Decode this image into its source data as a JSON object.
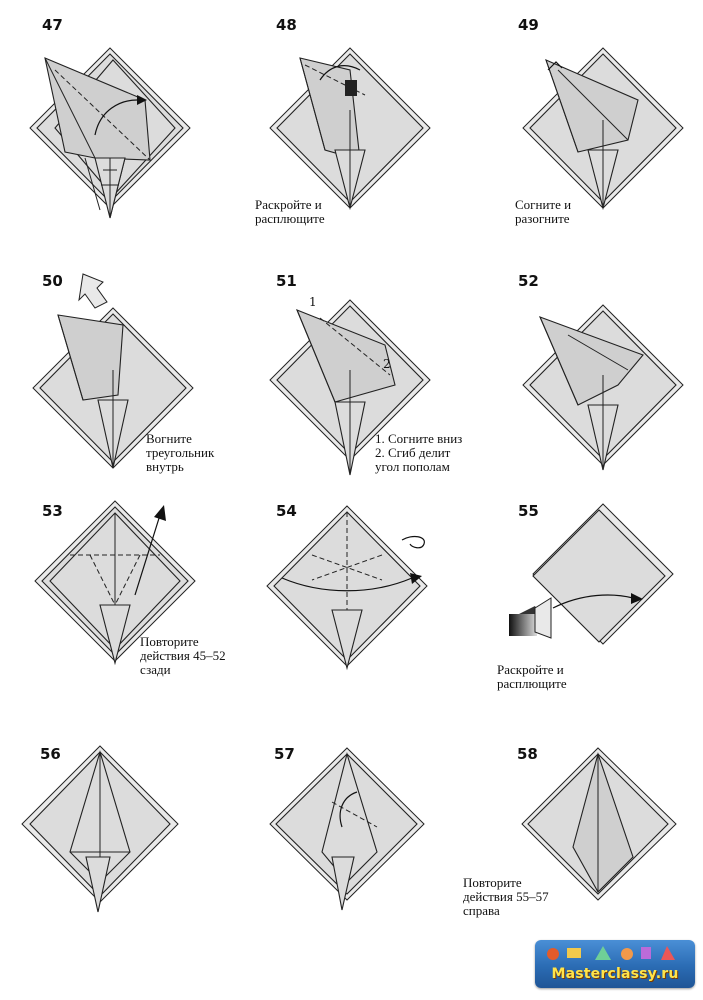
{
  "steps": [
    {
      "number": "47",
      "caption": []
    },
    {
      "number": "48",
      "caption": [
        "Раскройте и",
        "расплющите"
      ]
    },
    {
      "number": "49",
      "caption": [
        "Согните и",
        "разогните"
      ]
    },
    {
      "number": "50",
      "caption": [
        "Вогните",
        "треугольник",
        "внутрь"
      ]
    },
    {
      "number": "51",
      "caption": [
        "1. Согните вниз",
        "2. Сгиб делит",
        "угол пополам"
      ],
      "markers": [
        "1",
        "2"
      ]
    },
    {
      "number": "52",
      "caption": []
    },
    {
      "number": "53",
      "caption": [
        "Повторите",
        "действия 45–52",
        "сзади"
      ]
    },
    {
      "number": "54",
      "caption": []
    },
    {
      "number": "55",
      "caption": [
        "Раскройте и",
        "расплющите"
      ]
    },
    {
      "number": "56",
      "caption": []
    },
    {
      "number": "57",
      "caption": []
    },
    {
      "number": "58",
      "caption": [
        "Повторите",
        "действия 55–57",
        "справа"
      ]
    }
  ],
  "watermark": {
    "text": "Masterclassy.ru"
  },
  "colors": {
    "paper": "#dcdcdc",
    "ink": "#222222",
    "watermark_bg": "#2b6cb4",
    "watermark_text": "#ffe44a"
  }
}
